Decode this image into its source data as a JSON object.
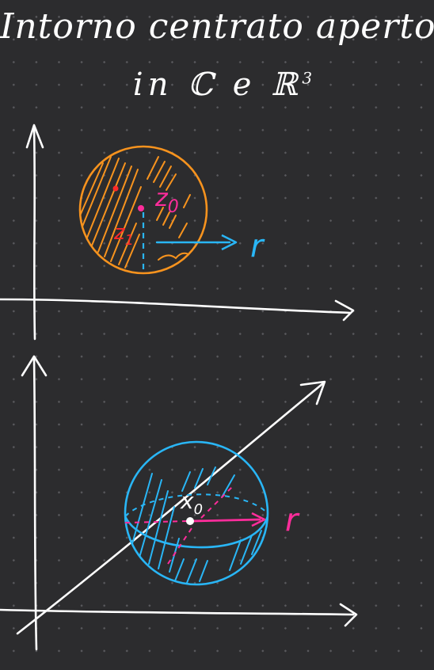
{
  "title": {
    "line1": "Intorno centrato aperto",
    "line2_prefix": "in ℂ e ℝ",
    "line2_exponent": "3"
  },
  "complex_plane": {
    "center_label": "z",
    "center_subscript": "0",
    "point_label": "z",
    "point_subscript": "1",
    "radius_label": "r"
  },
  "space_r3": {
    "center_label": "x",
    "center_subscript": "0",
    "radius_label": "r"
  },
  "colors": {
    "background": "#2c2c2e",
    "ink": "#ffffff",
    "disc": "#f7931e",
    "sphere": "#29b6f6",
    "accent": "#ff2d9b",
    "red": "#ff2a2a"
  }
}
